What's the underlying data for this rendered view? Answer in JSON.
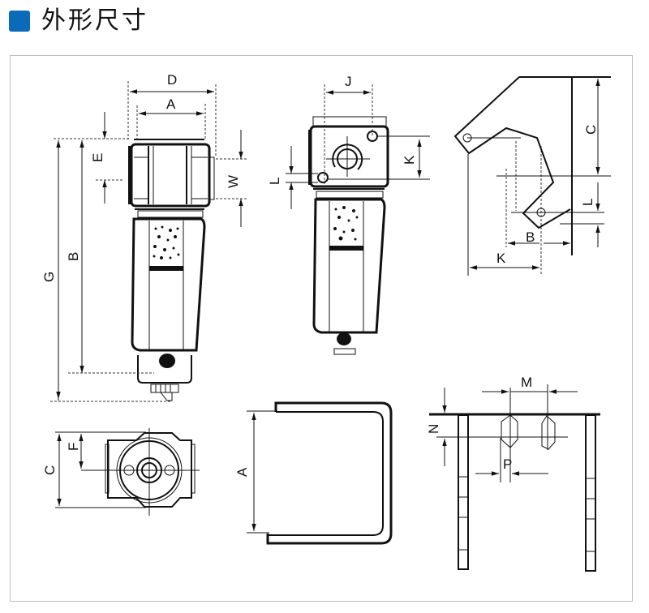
{
  "section": {
    "title": "外形尺寸",
    "accent_color": "#0a6bb8"
  },
  "views": {
    "front": {
      "labels": {
        "D": "D",
        "A": "A",
        "E": "E",
        "W": "W",
        "G": "G",
        "B": "B"
      }
    },
    "side": {
      "labels": {
        "J": "J",
        "K": "K",
        "L": "L"
      }
    },
    "bracket_side": {
      "labels": {
        "C": "C",
        "L": "L",
        "B": "B",
        "K": "K"
      }
    },
    "top": {
      "labels": {
        "C": "C",
        "F": "F"
      }
    },
    "bracket_top": {
      "labels": {
        "A": "A"
      }
    },
    "bracket_front": {
      "labels": {
        "M": "M",
        "N": "N",
        "P": "P"
      }
    }
  }
}
